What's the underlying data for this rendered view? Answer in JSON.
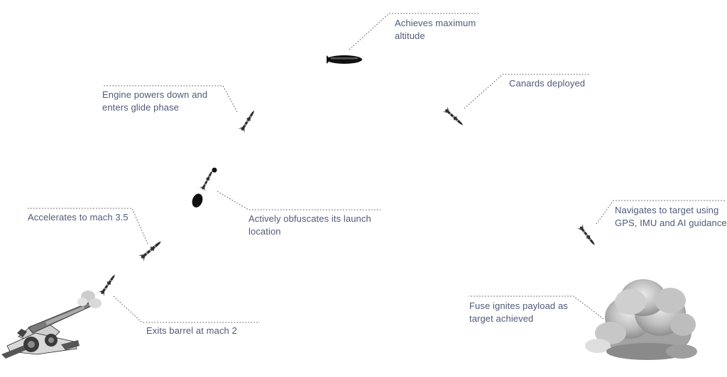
{
  "diagram": {
    "stages": [
      {
        "id": "exits-barrel",
        "lines": [
          "Exits barrel at mach 2"
        ]
      },
      {
        "id": "accelerates",
        "lines": [
          "Accelerates to mach 3.5"
        ]
      },
      {
        "id": "obfuscates",
        "lines": [
          "Actively obfuscates its launch",
          "location"
        ]
      },
      {
        "id": "glide",
        "lines": [
          "Engine powers down and",
          "enters glide phase"
        ]
      },
      {
        "id": "max-altitude",
        "lines": [
          "Achieves maximum",
          "altitude"
        ]
      },
      {
        "id": "canards",
        "lines": [
          "Canards deployed"
        ]
      },
      {
        "id": "navigates",
        "lines": [
          "Navigates to target using",
          "GPS, IMU and AI guidance"
        ]
      },
      {
        "id": "fuse",
        "lines": [
          "Fuse ignites payload as",
          "target achieved"
        ]
      }
    ],
    "colors": {
      "label_text": "#4f5a78",
      "leader_line": "#555555",
      "projectile": "#2a2a2a",
      "smoke": "#b5b5b5"
    },
    "icons": {
      "launcher": "howitzer-icon",
      "projectile": "projectile-icon",
      "impact": "explosion-smoke-icon"
    }
  }
}
